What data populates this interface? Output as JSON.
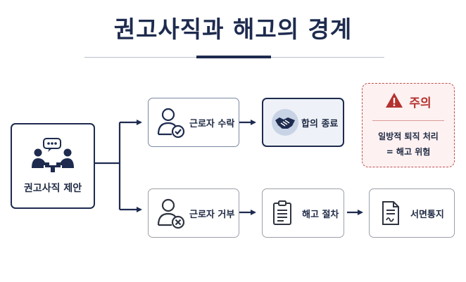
{
  "title": "권고사직과 해고의 경계",
  "proposal": {
    "label": "권고사직 제안",
    "icon": "meeting-talk-icon"
  },
  "accept_path": {
    "step1": {
      "label": "근로자 수락",
      "icon": "person-check-icon"
    },
    "step2": {
      "label": "합의 종료",
      "icon": "handshake-icon"
    }
  },
  "refuse_path": {
    "step1": {
      "label": "근로자 거부",
      "icon": "person-x-icon"
    },
    "step2": {
      "label": "해고 절차",
      "icon": "clipboard-icon"
    },
    "step3": {
      "label": "서면통지",
      "icon": "document-icon"
    }
  },
  "warning": {
    "title": "주의",
    "line1": "일방적 퇴직 처리",
    "line2": "= 해고 위험",
    "icon": "warning-triangle-icon"
  },
  "colors": {
    "navy": "#1e2b4f",
    "warning_red": "#b3312e",
    "warning_bg": "#fdf1f1",
    "result_bg": "#eef2f8"
  }
}
